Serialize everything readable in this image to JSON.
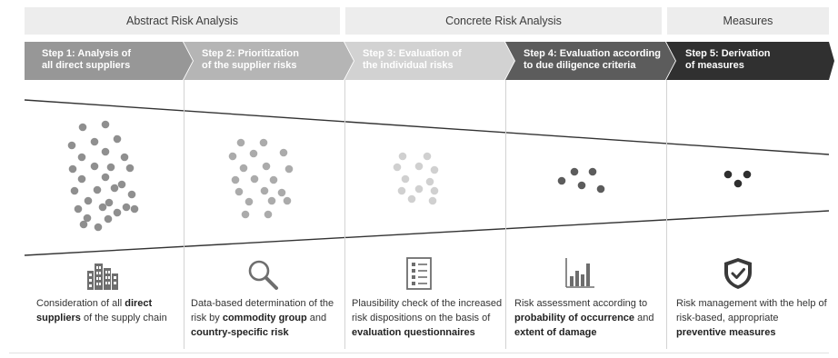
{
  "phases": [
    {
      "label": "Abstract Risk Analysis"
    },
    {
      "label": "Concrete Risk Analysis"
    },
    {
      "label": "Measures"
    }
  ],
  "steps": [
    {
      "line1": "Step 1: Analysis of",
      "line2": "all direct suppliers",
      "color": "#979797"
    },
    {
      "line1": "Step 2: Prioritization",
      "line2": "of the supplier risks",
      "color": "#b5b5b5"
    },
    {
      "line1": "Step 3: Evaluation of",
      "line2": "the individual risks",
      "color": "#d2d2d2"
    },
    {
      "line1": "Step 4: Evaluation according",
      "line2": "to due diligence criteria",
      "color": "#5c5c5c"
    },
    {
      "line1": "Step 5: Derivation",
      "line2": "of measures",
      "color": "#303030"
    }
  ],
  "icons": [
    {
      "name": "buildings-icon"
    },
    {
      "name": "magnifier-icon"
    },
    {
      "name": "checklist-icon"
    },
    {
      "name": "bar-chart-icon"
    },
    {
      "name": "shield-check-icon"
    }
  ],
  "descriptions": [
    {
      "p1": "Consideration of all ",
      "b1": "direct suppliers",
      "p2": " of the supply chain",
      "b2": "",
      "p3": ""
    },
    {
      "p1": "Data-based determination of the risk by ",
      "b1": "commodity group",
      "p2": " and ",
      "b2": "country-specific risk",
      "p3": ""
    },
    {
      "p1": "Plausibility check of the increased risk dispositions on the basis of ",
      "b1": "evaluation questionnaires",
      "p2": "",
      "b2": "",
      "p3": ""
    },
    {
      "p1": "Risk assessment according to ",
      "b1": "probability of occurrence",
      "p2": " and ",
      "b2": "extent of damage",
      "p3": ""
    },
    {
      "p1": "Risk management with the help of risk-based, appropriate ",
      "b1": "preventive measures",
      "p2": "",
      "b2": "",
      "p3": ""
    }
  ],
  "dot_groups": [
    {
      "color": "#8f8f8f"
    },
    {
      "color": "#ababab"
    },
    {
      "color": "#d0d0d0"
    },
    {
      "color": "#5c5c5c"
    },
    {
      "color": "#2f2f2f"
    }
  ],
  "colors": {
    "phase_bg": "#ededed",
    "funnel_line": "#333333",
    "divider": "#d3d3d3",
    "icon": "#6e6e6e"
  }
}
